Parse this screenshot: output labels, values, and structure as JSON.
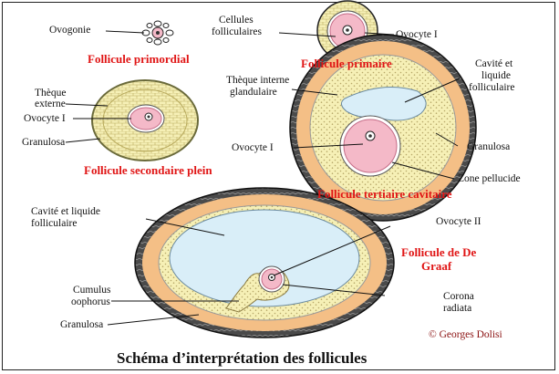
{
  "labels": {
    "ovogonie": "Ovogonie",
    "cellules_folliculaires_1": "Cellules",
    "cellules_folliculaires_2": "folliculaires",
    "ovocyte_i_primaire": "Ovocyte I",
    "theque_externe_1": "Thèque",
    "theque_externe_2": "externe",
    "ovocyte_i_secondaire": "Ovocyte I",
    "granulosa_secondaire": "Granulosa",
    "theque_interne_1": "Thèque interne",
    "theque_interne_2": "glandulaire",
    "cavite_tertiaire_1": "Cavité et",
    "cavite_tertiaire_2": "liquide",
    "cavite_tertiaire_3": "folliculaire",
    "granulosa_tertiaire": "Granulosa",
    "ovocyte_i_tertiaire": "Ovocyte I",
    "zone_pellucide": "Zone pellucide",
    "cavite_graaf_1": "Cavité et liquide",
    "cavite_graaf_2": "folliculaire",
    "ovocyte_ii": "Ovocyte II",
    "cumulus_1": "Cumulus",
    "cumulus_2": "oophorus",
    "corona_1": "Corona",
    "corona_2": "radiata",
    "granulosa_graaf": "Granulosa"
  },
  "stage_names": {
    "primordial": "Follicule primordial",
    "primaire": "Follicule primaire",
    "secondaire": "Follicule secondaire plein",
    "tertiaire": "Follicule tertiaire cavitaire",
    "de_graaf_1": "Follicule de De",
    "de_graaf_2": "Graaf"
  },
  "copyright": "© Georges Dolisi",
  "title": "Schéma d’interprétation des follicules",
  "colors": {
    "stage_label": "#e01515",
    "theque_externe": "#3a3a3a",
    "theque_interne": "#f4bf86",
    "granulosa": "#f6f0b6",
    "ovocyte": "#f4b9c8",
    "zone_pellucide": "#ffffff",
    "cavite": "#d9eef8"
  }
}
